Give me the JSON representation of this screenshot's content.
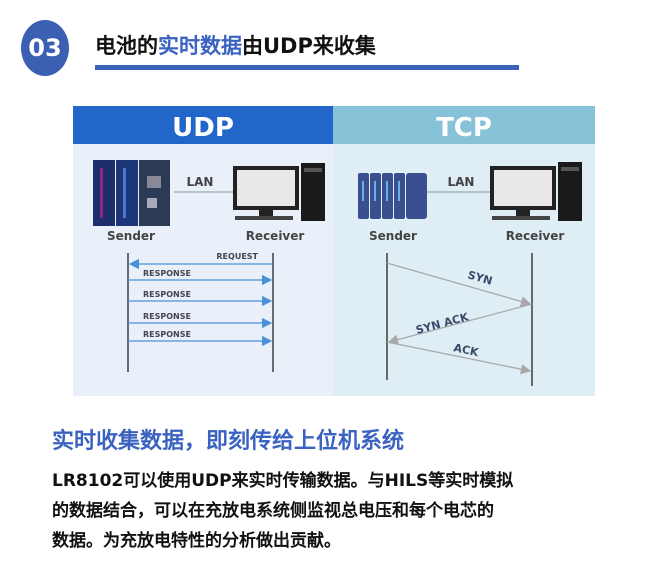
{
  "header": {
    "number": "03",
    "title_pre": "电池的",
    "title_highlight": "实时数据",
    "title_post": "由UDP来收集"
  },
  "diagram": {
    "udp": {
      "title": "UDP",
      "lan": "LAN",
      "sender": "Sender",
      "receiver": "Receiver",
      "request": "REQUEST",
      "responses": [
        "RESPONSE",
        "RESPONSE",
        "RESPONSE",
        "RESPONSE"
      ]
    },
    "tcp": {
      "title": "TCP",
      "lan": "LAN",
      "sender": "Sender",
      "receiver": "Receiver",
      "syn": "SYN",
      "syn_ack": "SYN ACK",
      "ack": "ACK"
    },
    "colors": {
      "udp_header": "#2166c8",
      "tcp_header": "#86c2d8",
      "udp_bg": "#eaf0fa",
      "tcp_bg": "#dfeef5",
      "arrow_blue": "#4a90d9",
      "arrow_gray": "#a8a8a8"
    }
  },
  "content": {
    "subheading": "实时收集数据，即刻传给上位机系统",
    "lines": [
      "LR8102可以使用UDP来实时传输数据。与HILS等实时模拟",
      "的数据结合，可以在充放电系统侧监视总电压和每个电芯的",
      "数据。为充放电特性的分析做出贡献。"
    ]
  }
}
